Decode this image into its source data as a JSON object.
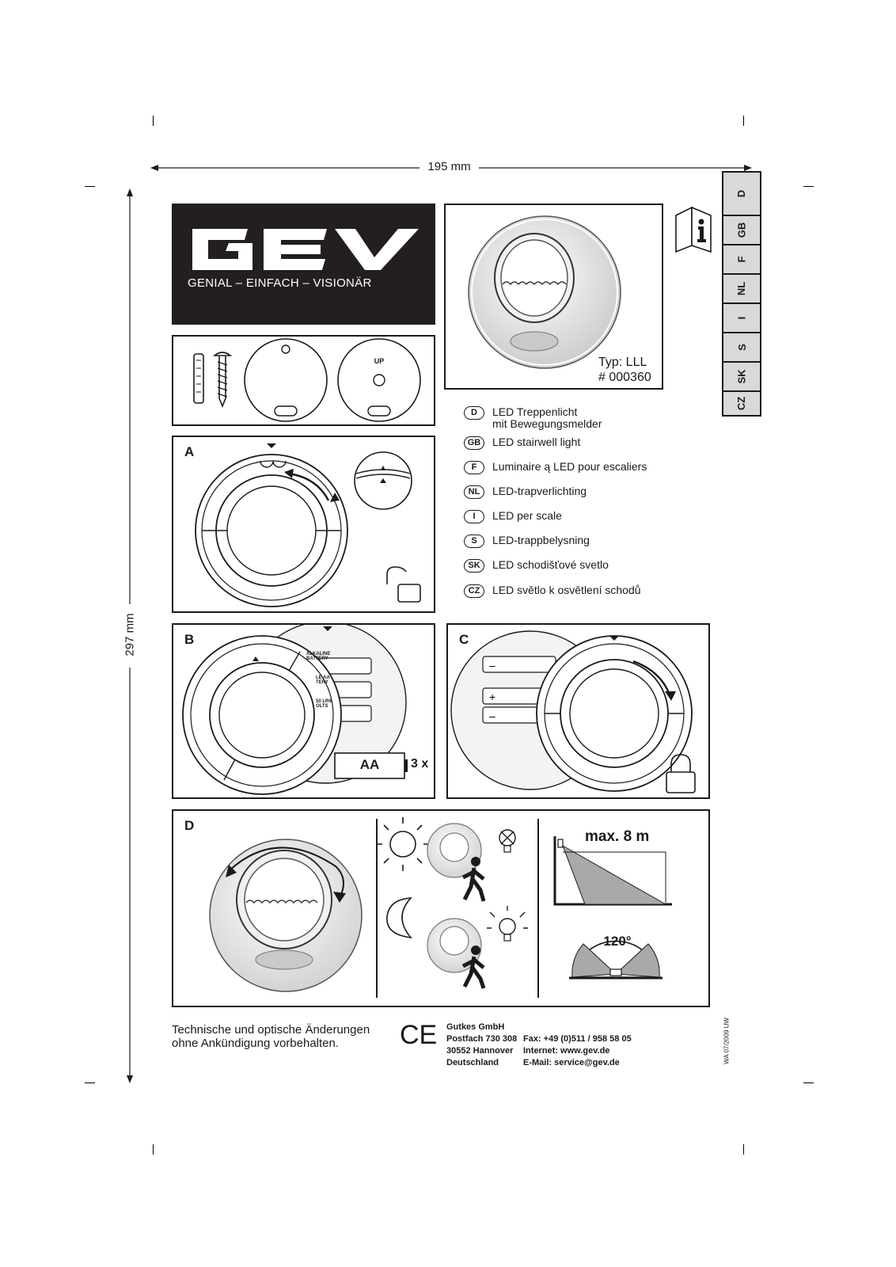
{
  "dimensions": {
    "width_label": "195 mm",
    "height_label": "297 mm"
  },
  "brand": {
    "logo": "GEV",
    "tagline": "GENIAL – EINFACH – VISIONÄR"
  },
  "product": {
    "type": "Typ: LLL",
    "number": "# 000360"
  },
  "language_tabs": [
    "D",
    "GB",
    "F",
    "NL",
    "I",
    "S",
    "SK",
    "CZ"
  ],
  "descriptions": [
    {
      "code": "D",
      "text": "LED Treppenlicht\nmit Bewegungsmelder"
    },
    {
      "code": "GB",
      "text": "LED stairwell light"
    },
    {
      "code": "F",
      "text": "Luminaire ą LED pour escaliers"
    },
    {
      "code": "NL",
      "text": "LED-trapverlichting"
    },
    {
      "code": "I",
      "text": "LED per scale"
    },
    {
      "code": "S",
      "text": "LED-trappbelysning"
    },
    {
      "code": "SK",
      "text": "LED schodišťové svetlo"
    },
    {
      "code": "CZ",
      "text": "LED světlo k osvětlení schodů"
    }
  ],
  "parts": {
    "up_label": "UP"
  },
  "panels": {
    "a": {
      "letter": "A"
    },
    "b": {
      "letter": "B",
      "battery_labels": [
        "ALKALINE BATTERY",
        "LE AA TERY",
        "50 LR6 OLTS"
      ],
      "battery_type": "AA",
      "battery_count": "3 x"
    },
    "c": {
      "letter": "C"
    },
    "d": {
      "letter": "D",
      "range_label": "max. 8 m",
      "angle_label": "120°"
    }
  },
  "footer": {
    "disclaimer": "Technische und optische Änderungen\nohne Ankündigung vorbehalten.",
    "ce_mark": "CE",
    "company": [
      "Gutkes GmbH",
      "Postfach 730 308",
      "30552 Hannover",
      "Deutschland"
    ],
    "contact": [
      "Fax: +49 (0)511 / 958 58 05",
      "Internet: www.gev.de",
      "E-Mail: service@gev.de"
    ],
    "doc_code": "WA 07/2009 UW"
  }
}
